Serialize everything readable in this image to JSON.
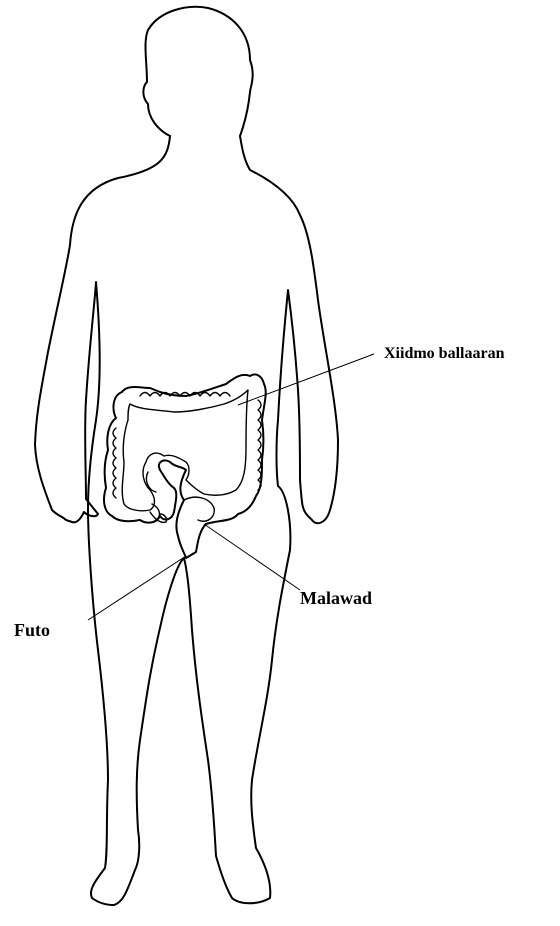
{
  "labels": {
    "large_intestine": "Xiidmo ballaaran",
    "rectum": "Malawad",
    "anus": "Futo"
  },
  "colors": {
    "line": "#000000",
    "background": "#ffffff"
  }
}
